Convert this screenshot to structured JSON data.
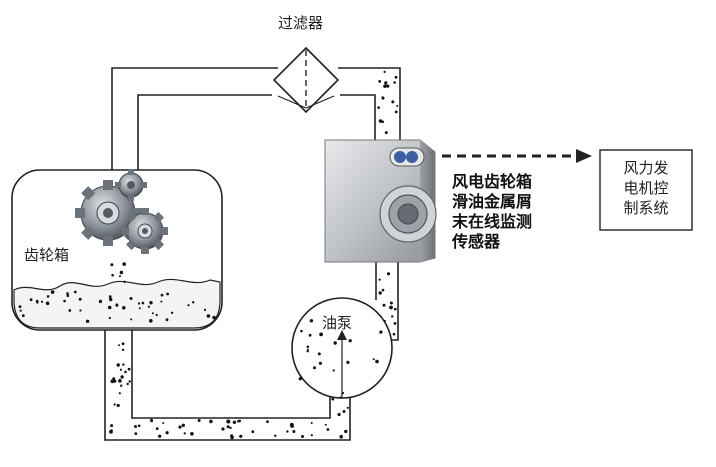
{
  "labels": {
    "filter": "过滤器",
    "gearbox": "齿轮箱",
    "pump": "油泵",
    "sensor_lines": [
      "风电齿轮箱",
      "滑油金属屑",
      "末在线监测",
      "传感器"
    ],
    "control_system_lines": [
      "风力发",
      "电机控",
      "制系统"
    ]
  },
  "colors": {
    "line": "#222222",
    "sensor_body": "#b9bcc0",
    "oil_surface": "#f4f4f4"
  },
  "icons": [
    "gear-icon",
    "arrow-right-icon",
    "filter-icon",
    "sensor-image"
  ]
}
